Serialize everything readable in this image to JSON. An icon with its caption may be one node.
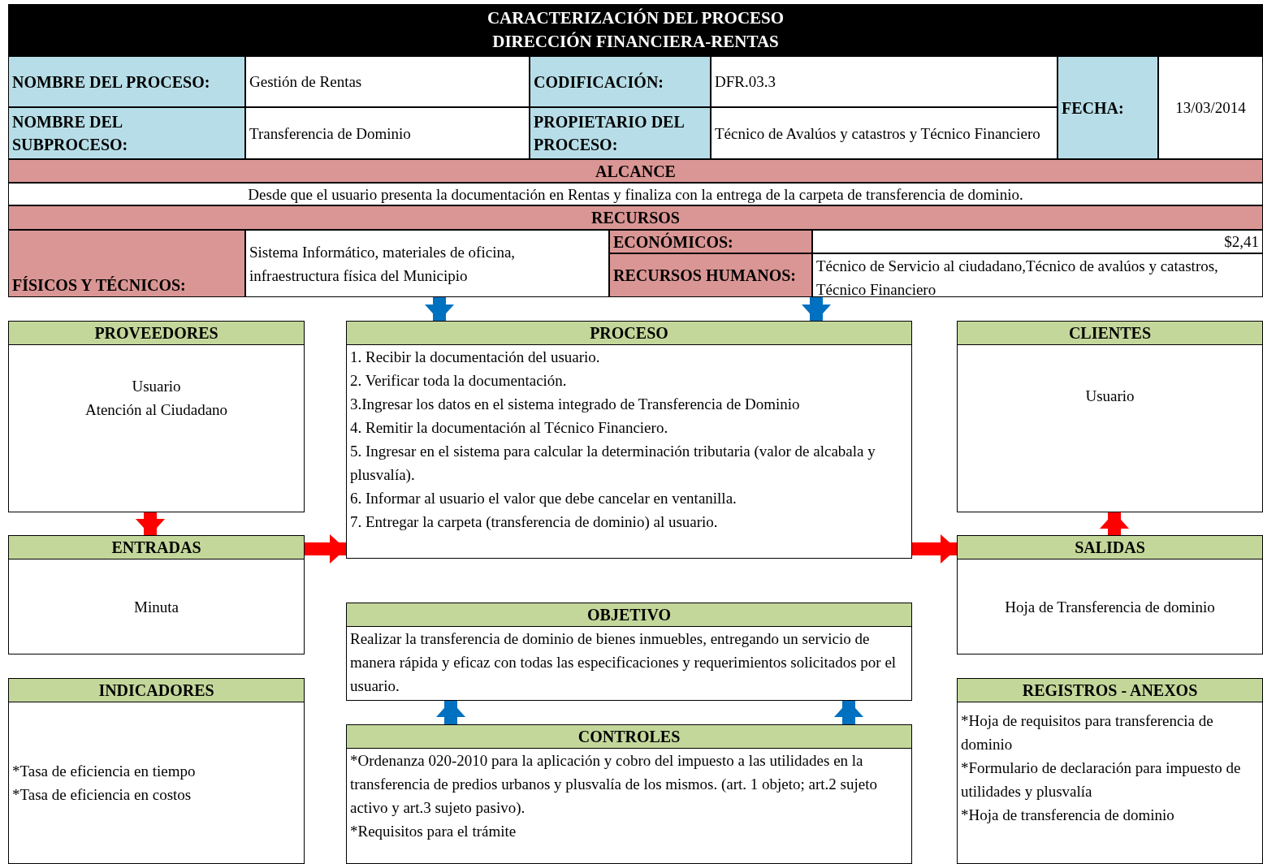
{
  "diagram": {
    "title": "CARACTERIZACIÓN DEL PROCESO DIRECCIÓN FINANCIERA-RENTAS",
    "nodes": [
      {
        "text": [
          "Sistema Informático, materiales de oficina, infraestructura física del Municipio"
        ]
      },
      {
        "text": [
          "Técnico de Servicio al ciudadano,Técnico de avalúos y catastros, Técnico Financiero"
        ]
      },
      {
        "text": [
          "PROVEEDORES",
          "Usuario",
          "Atención al Ciudadano"
        ]
      },
      {
        "text": [
          "ENTRADAS",
          "Minuta"
        ]
      },
      {
        "text": [
          "INDICADORES",
          "*Tasa de eficiencia en tiempo",
          "*Tasa de eficiencia en costos"
        ]
      },
      {
        "text": [
          "PROCESO",
          "1. Recibir la documentación del usuario.",
          "2. Verificar toda la documentación.",
          "3.Ingresar los datos en el sistema integrado de Transferencia de Dominio",
          "4. Remitir la documentación al Técnico Financiero.",
          "5. Ingresar en el sistema para calcular la determinación tributaria (valor de alcabala y plusvalía).",
          "6. Informar al usuario el valor que debe cancelar en ventanilla.",
          "7. Entregar la carpeta (transferencia de dominio) al usuario."
        ]
      },
      {
        "text": [
          "OBJETIVO",
          "Realizar la transferencia de dominio de bienes inmuebles, entregando un servicio de manera rápida y eficaz con todas las especificaciones y requerimientos solicitados por el usuario."
        ]
      },
      {
        "text": [
          "CONTROLES",
          "*Ordenanza 020-2010 para la aplicación y cobro del impuesto a las utilidades en la transferencia de predios urbanos y plusvalía de los mismos. (art. 1 objeto; art.2 sujeto activo y art.3 sujeto pasivo).",
          "*Requisitos para el trámite"
        ]
      },
      {
        "text": [
          "CLIENTES",
          "Usuario"
        ]
      },
      {
        "text": [
          "SALIDAS",
          "Hoja de Transferencia de dominio"
        ]
      },
      {
        "text": [
          "REGISTROS - ANEXOS",
          "*Hoja de requisitos para transferencia de dominio",
          "*Formulario de declaración para impuesto de utilidades y plusvalía",
          "*Hoja de transferencia de dominio"
        ]
      }
    ],
    "edges": [
      {
        "from": 0,
        "to": 5,
        "arrow": "to",
        "color": "#0070c0"
      },
      {
        "from": 1,
        "to": 5,
        "arrow": "to",
        "color": "#0070c0"
      },
      {
        "from": 2,
        "to": 3,
        "arrow": "to",
        "color": "#ff0000"
      },
      {
        "from": 3,
        "to": 5,
        "arrow": "to",
        "color": "#ff0000"
      },
      {
        "from": 5,
        "to": 9,
        "arrow": "to",
        "color": "#ff0000"
      },
      {
        "from": 9,
        "to": 8,
        "arrow": "to",
        "color": "#ff0000"
      },
      {
        "from": 7,
        "to": 6,
        "arrow": "to",
        "color": "#0070c0"
      },
      {
        "from": 7,
        "to": 6,
        "arrow": "to",
        "color": "#0070c0"
      }
    ],
    "labels": [
      "NOMBRE DEL PROCESO:",
      "Gestión de Rentas",
      "CODIFICACIÓN:",
      "DFR.03.3",
      "FECHA:",
      "13/03/2014",
      "NOMBRE DEL SUBPROCESO:",
      "Transferencia de Dominio",
      "PROPIETARIO DEL PROCESO:",
      "Técnico de Avalúos y catastros y Técnico Financiero",
      "ALCANCE",
      "Desde que el usuario presenta la documentación en Rentas y finaliza con la entrega de la carpeta de transferencia de dominio.",
      "RECURSOS",
      "FÍSICOS Y TÉCNICOS:",
      "ECONÓMICOS:",
      "$2,41",
      "RECURSOS HUMANOS:"
    ]
  }
}
